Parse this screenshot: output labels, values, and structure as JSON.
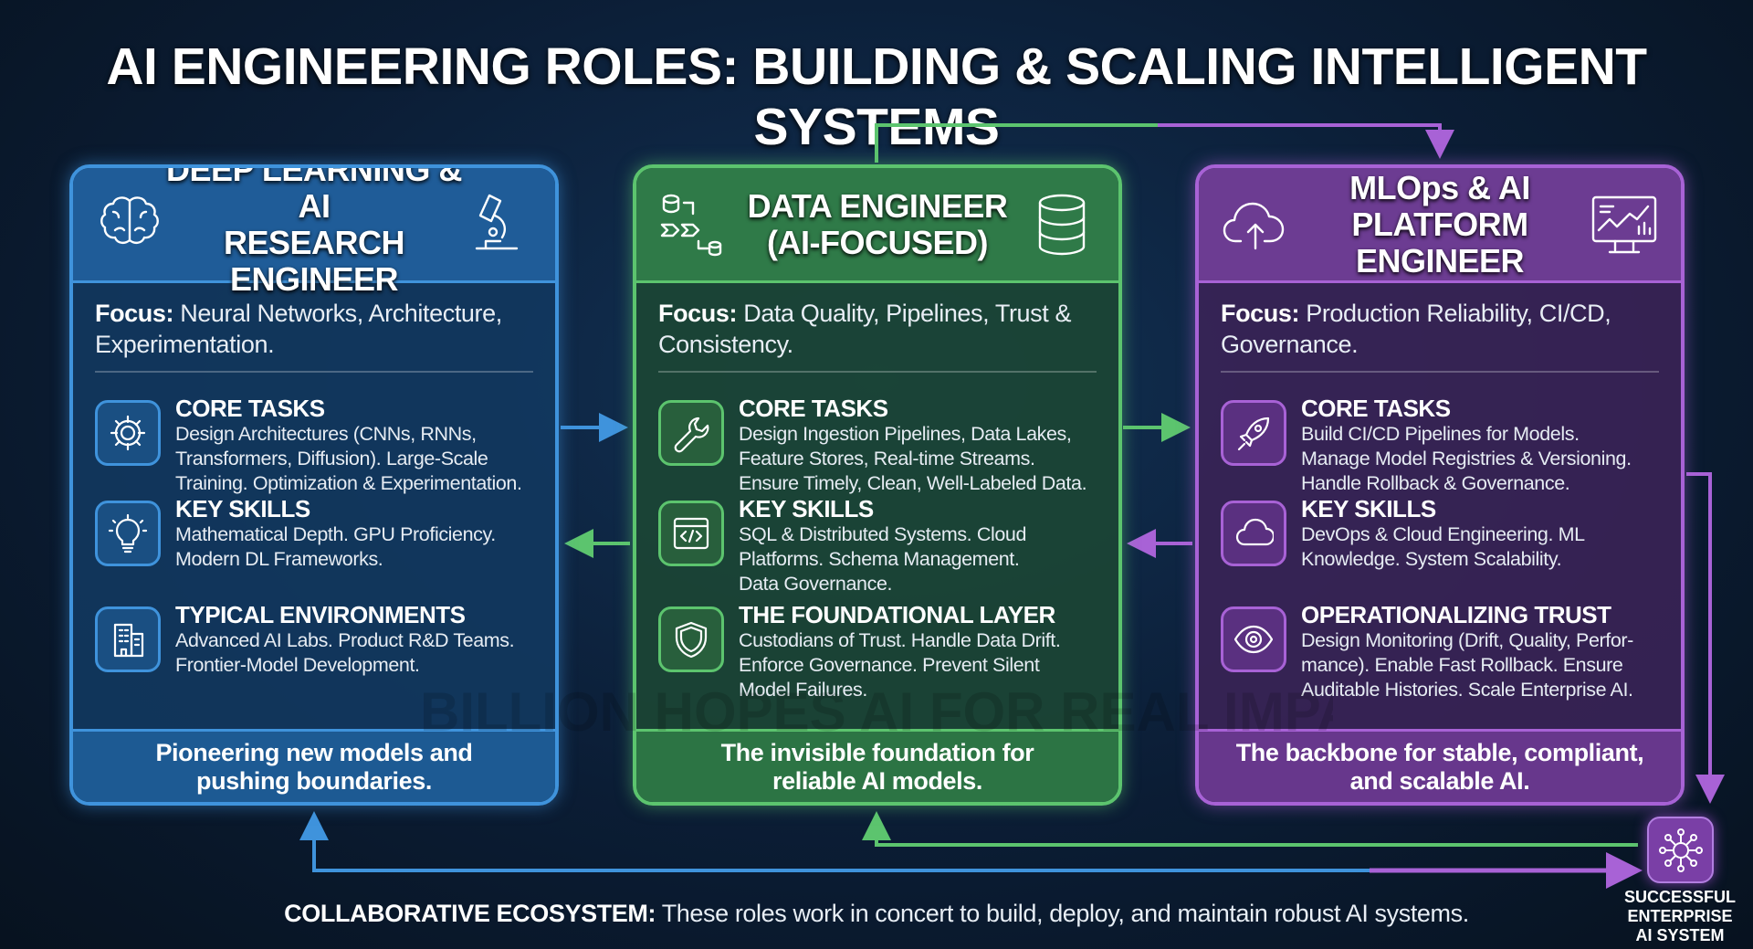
{
  "title": "AI ENGINEERING ROLES: BUILDING & SCALING INTELLIGENT SYSTEMS",
  "watermark": "BILLION HOPES AI FOR REAL IMPACT",
  "cards": [
    {
      "id": "deep-learning",
      "title": "DEEP LEARNING & AI\nRESEARCH ENGINEER",
      "icon_left": "brain-icon",
      "icon_right": "microscope-icon",
      "focus_label": "Focus:",
      "focus_text": "Neural Networks, Architecture, Experimentation.",
      "colors": {
        "border": "#3f93dc",
        "header": "#1f5c98",
        "body": "#12385f",
        "footer": "#1d5a93",
        "iconbox": "#1a4f82"
      },
      "sections": [
        {
          "icon": "gear-icon",
          "title": "CORE TASKS",
          "body": "Design Architectures (CNNs, RNNs,\nTransformers, Diffusion). Large-Scale\nTraining. Optimization & Experimentation."
        },
        {
          "icon": "lightbulb-icon",
          "title": "KEY SKILLS",
          "body": "Mathematical Depth. GPU Proficiency.\nModern DL Frameworks."
        },
        {
          "icon": "building-icon",
          "title": "TYPICAL ENVIRONMENTS",
          "body": "Advanced AI Labs. Product R&D Teams.\nFrontier-Model Development."
        }
      ],
      "footer": "Pioneering new models and\npushing boundaries."
    },
    {
      "id": "data-engineer",
      "title": "DATA ENGINEER\n(AI-FOCUSED)",
      "icon_left": "data-flow-icon",
      "icon_right": "database-icon",
      "focus_label": "Focus:",
      "focus_text": "Data Quality, Pipelines, Trust & Consistency.",
      "colors": {
        "border": "#5cc46e",
        "header": "#2f7a48",
        "body": "#1c4634",
        "footer": "#2c7444",
        "iconbox": "#285f3c"
      },
      "sections": [
        {
          "icon": "wrench-icon",
          "title": "CORE TASKS",
          "body": "Design Ingestion Pipelines, Data Lakes,\nFeature Stores, Real-time Streams.\nEnsure Timely, Clean, Well-Labeled Data."
        },
        {
          "icon": "code-window-icon",
          "title": "KEY SKILLS",
          "body": "SQL & Distributed Systems. Cloud\nPlatforms. Schema Management.\nData Governance."
        },
        {
          "icon": "shield-icon",
          "title": "THE FOUNDATIONAL LAYER",
          "body": "Custodians of Trust. Handle Data Drift.\nEnforce Governance. Prevent Silent\nModel Failures."
        }
      ],
      "footer": "The invisible foundation for\nreliable AI models."
    },
    {
      "id": "mlops",
      "title": "MLOps & AI\nPLATFORM ENGINEER",
      "icon_left": "cloud-upload-icon",
      "icon_right": "monitor-chart-icon",
      "focus_label": "Focus:",
      "focus_text": "Production Reliability, CI/CD, Governance.",
      "colors": {
        "border": "#a862d6",
        "header": "#6c3c92",
        "body": "#3a2356",
        "footer": "#67378c",
        "iconbox": "#5a3080"
      },
      "sections": [
        {
          "icon": "rocket-icon",
          "title": "CORE TASKS",
          "body": "Build CI/CD Pipelines for Models.\nManage Model Registries & Versioning.\nHandle Rollback & Governance."
        },
        {
          "icon": "cloud-icon",
          "title": "KEY SKILLS",
          "body": "DevOps & Cloud Engineering. ML\nKnowledge. System Scalability."
        },
        {
          "icon": "eye-icon",
          "title": "OPERATIONALIZING TRUST",
          "body": "Design Monitoring (Drift, Quality, Perfor-\nmance). Enable Fast Rollback. Ensure\nAuditable Histories. Scale Enterprise AI."
        }
      ],
      "footer": "The backbone for stable, compliant,\nand scalable AI."
    }
  ],
  "bottom": {
    "label": "COLLABORATIVE ECOSYSTEM:",
    "text": " These roles work in concert to build, deploy, and maintain robust AI systems."
  },
  "success": {
    "icon": "neural-hub-icon",
    "label": "SUCCESSFUL\nENTERPRISE\nAI SYSTEM"
  },
  "colors": {
    "blue": "#3f93dc",
    "green": "#5cc46e",
    "purple": "#a862d6"
  }
}
